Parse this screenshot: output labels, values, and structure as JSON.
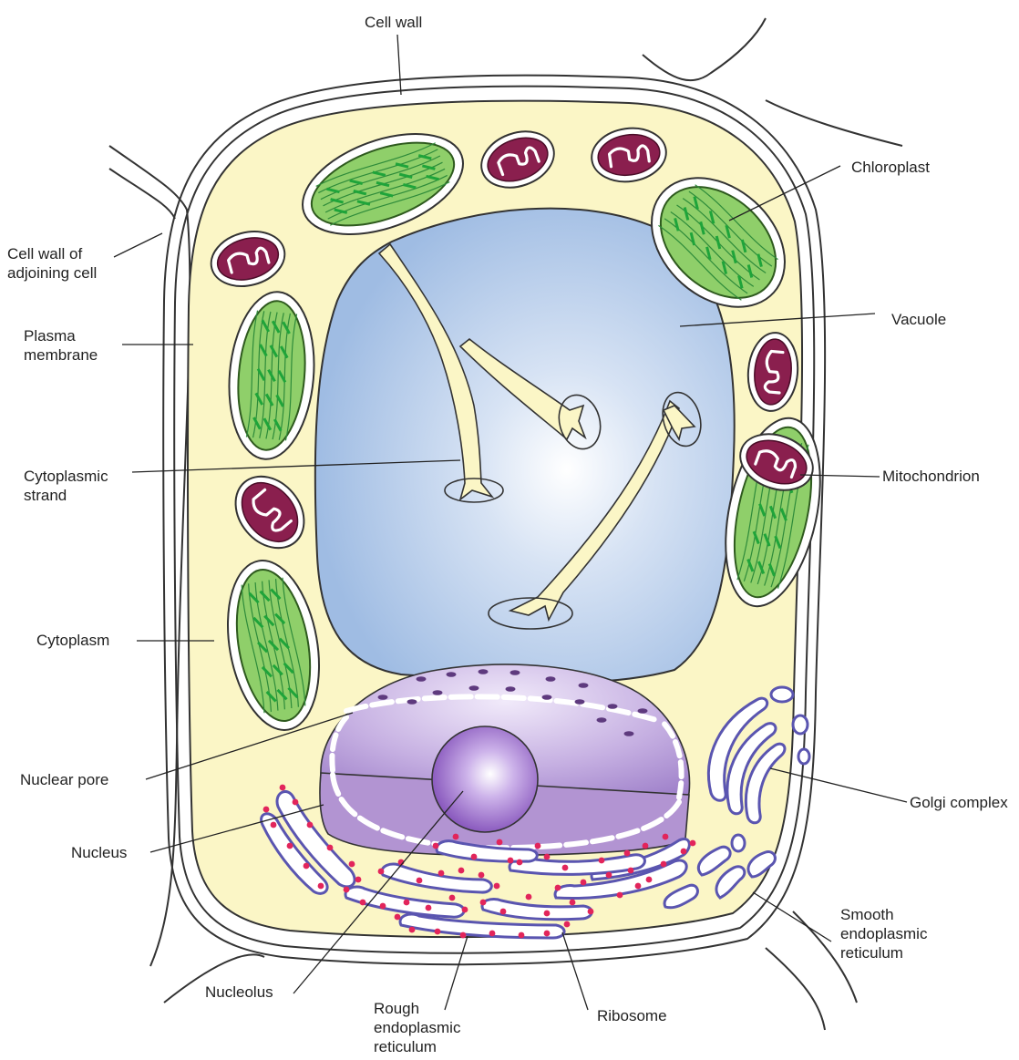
{
  "labels": {
    "cell_wall": "Cell wall",
    "chloroplast": "Chloroplast",
    "cell_wall_adjoining": "Cell wall of\nadjoining cell",
    "vacuole": "Vacuole",
    "plasma_membrane": "Plasma\nmembrane",
    "cytoplasmic_strand": "Cytoplasmic\nstrand",
    "mitochondrion": "Mitochondrion",
    "cytoplasm": "Cytoplasm",
    "nuclear_pore": "Nuclear pore",
    "golgi_complex": "Golgi complex",
    "nucleus": "Nucleus",
    "smooth_er": "Smooth\nendoplasmic\nreticulum",
    "nucleolus": "Nucleolus",
    "rough_er": "Rough\nendoplasmic\nreticulum",
    "ribosome": "Ribosome"
  },
  "colors": {
    "cytoplasm": "#fbf6c6",
    "vacuole": "#a8c3e6",
    "chloroplast": "#8fcf6a",
    "grana": "#1fa43a",
    "mitochondrion": "#8a1f4e",
    "nucleus": "#b79ad6",
    "nucleolus": "#9b6fc8",
    "er_membrane": "#5a55b0",
    "ribosome": "#e2255b"
  }
}
